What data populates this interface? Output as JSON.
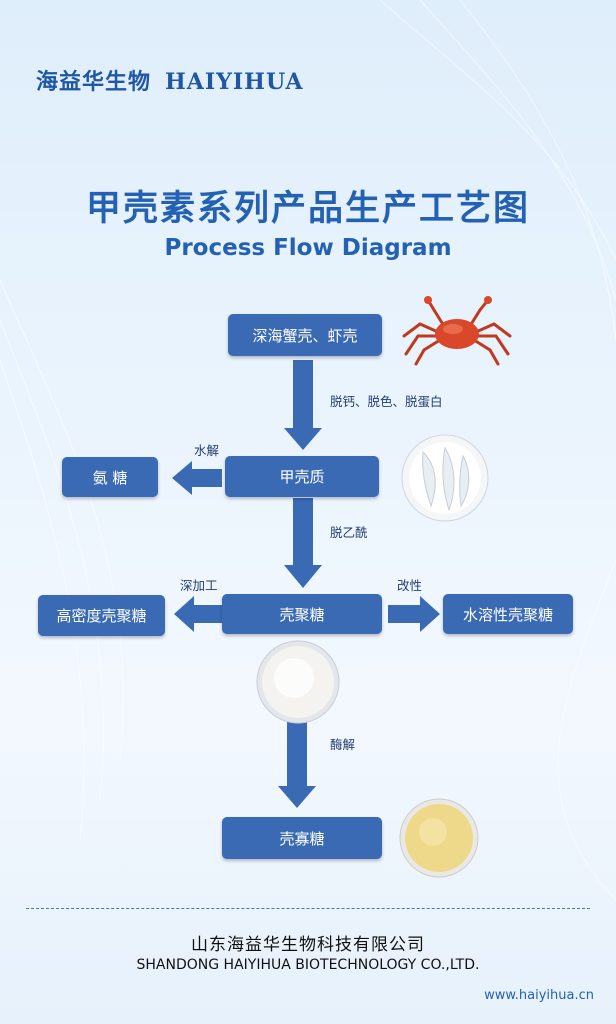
{
  "header": {
    "brand_cn": "海益华生物",
    "brand_en": "HAIYIHUA"
  },
  "title": {
    "cn": "甲壳素系列产品生产工艺图",
    "en": "Process Flow Diagram"
  },
  "nodes": {
    "raw": "深海蟹壳、虾壳",
    "chitin": "甲壳质",
    "glucosamine": "氨 糖",
    "chitosan": "壳聚糖",
    "high_density": "高密度壳聚糖",
    "water_soluble": "水溶性壳聚糖",
    "oligo": "壳寡糖"
  },
  "edges": {
    "raw_to_chitin": "脱钙、脱色、脱蛋白",
    "chitin_to_glucosamine": "水解",
    "chitin_to_chitosan": "脱乙酰",
    "chitosan_to_high_density": "深加工",
    "chitosan_to_water_soluble": "改性",
    "chitosan_to_oligo": "酶解"
  },
  "images": {
    "crab": "crab-icon",
    "chitin_flakes": "flakes-image",
    "chitosan_powder": "white-powder-image",
    "oligo_powder": "yellow-powder-image"
  },
  "colors": {
    "box": "#3a6ab4",
    "arrow": "#3a6ab4",
    "title": "#2461b3",
    "crab": "#d9482a",
    "oligo_powder": "#eed98a"
  },
  "footer": {
    "company_cn": "山东海益华生物科技有限公司",
    "company_en": "SHANDONG HAIYIHUA BIOTECHNOLOGY CO.,LTD.",
    "website": "www.haiyihua.cn"
  }
}
